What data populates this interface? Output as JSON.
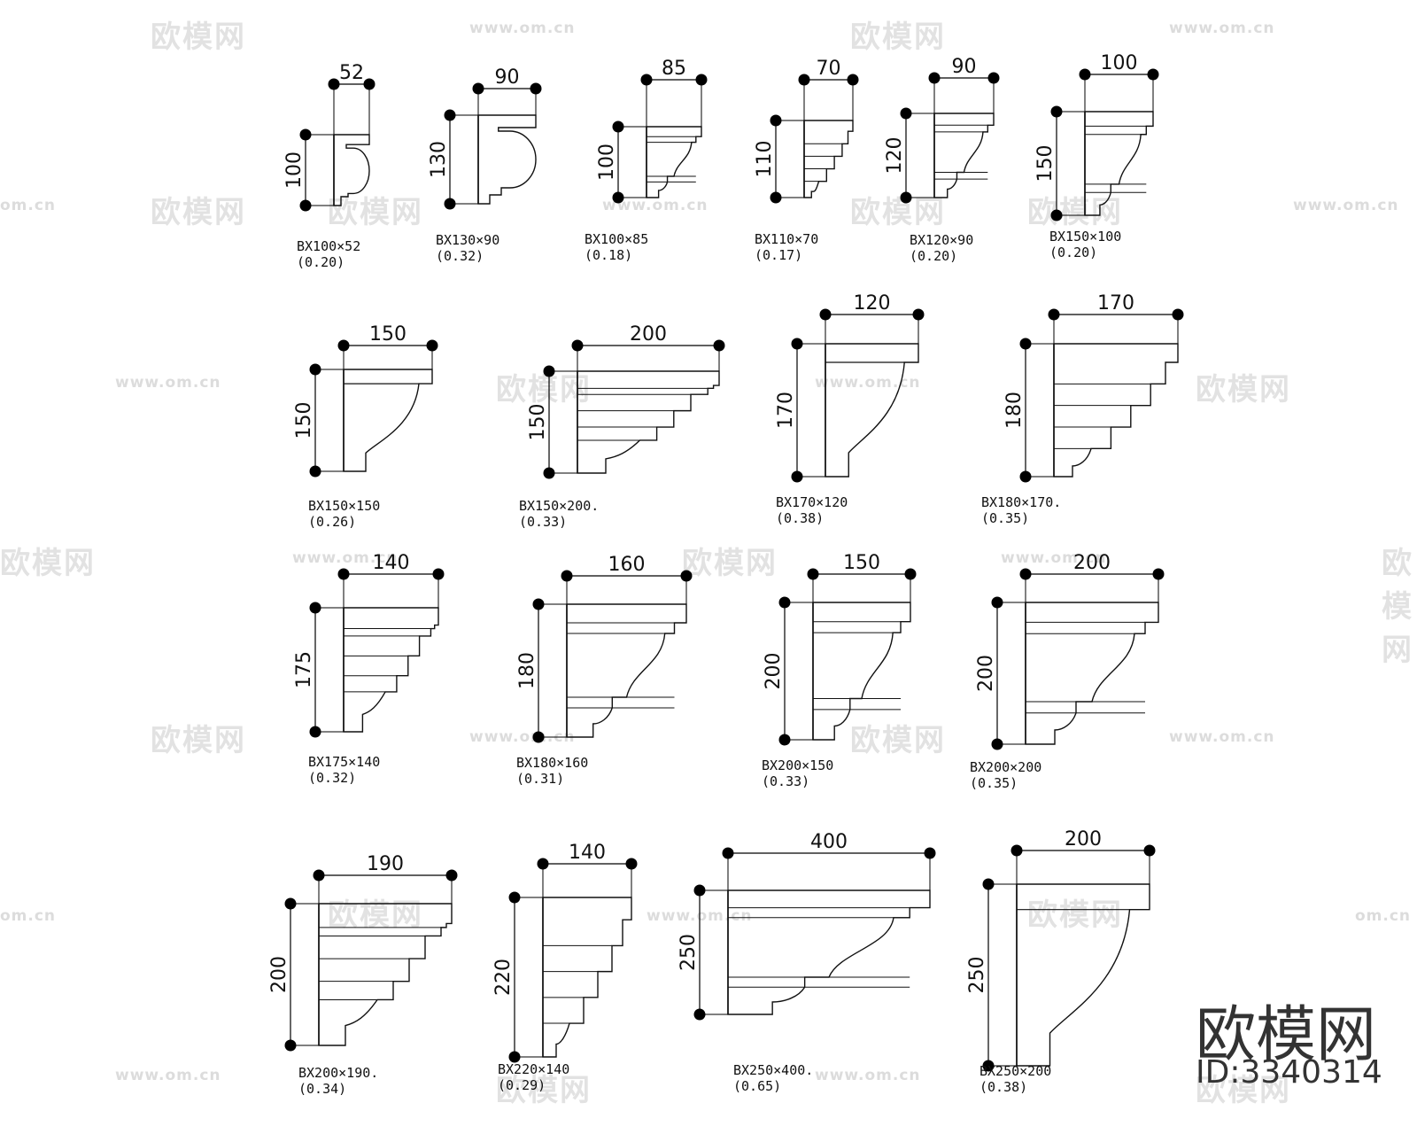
{
  "watermark": {
    "brand": "欧模网",
    "site": "www.om.cn",
    "site_short": "om.cn"
  },
  "brand": {
    "name": "欧模网",
    "id": "ID:3340314"
  },
  "profiles": [
    {
      "w": "52",
      "h": "100",
      "name": "BX100×52",
      "area": "(0.20)"
    },
    {
      "w": "90",
      "h": "130",
      "name": "BX130×90",
      "area": "(0.32)"
    },
    {
      "w": "85",
      "h": "100",
      "name": "BX100×85",
      "area": "(0.18)"
    },
    {
      "w": "70",
      "h": "110",
      "name": "BX110×70",
      "area": "(0.17)"
    },
    {
      "w": "90",
      "h": "120",
      "name": "BX120×90",
      "area": "(0.20)"
    },
    {
      "w": "100",
      "h": "150",
      "name": "BX150×100",
      "area": "(0.20)"
    },
    {
      "w": "150",
      "h": "150",
      "name": "BX150×150",
      "area": "(0.26)"
    },
    {
      "w": "200",
      "h": "150",
      "name": "BX150×200.",
      "area": "(0.33)"
    },
    {
      "w": "120",
      "h": "170",
      "name": "BX170×120",
      "area": "(0.38)"
    },
    {
      "w": "170",
      "h": "180",
      "name": "BX180×170.",
      "area": "(0.35)"
    },
    {
      "w": "140",
      "h": "175",
      "name": "BX175×140",
      "area": "(0.32)"
    },
    {
      "w": "160",
      "h": "180",
      "name": "BX180×160",
      "area": "(0.31)"
    },
    {
      "w": "150",
      "h": "200",
      "name": "BX200×150",
      "area": "(0.33)"
    },
    {
      "w": "200",
      "h": "200",
      "name": "BX200×200",
      "area": "(0.35)"
    },
    {
      "w": "190",
      "h": "200",
      "name": "BX200×190.",
      "area": "(0.34)"
    },
    {
      "w": "140",
      "h": "220",
      "name": "BX220×140",
      "area": "(0.29)"
    },
    {
      "w": "400",
      "h": "250",
      "name": "BX250×400.",
      "area": "(0.65)"
    },
    {
      "w": "200",
      "h": "250",
      "name": "BX250×200",
      "area": "(0.38)"
    }
  ]
}
